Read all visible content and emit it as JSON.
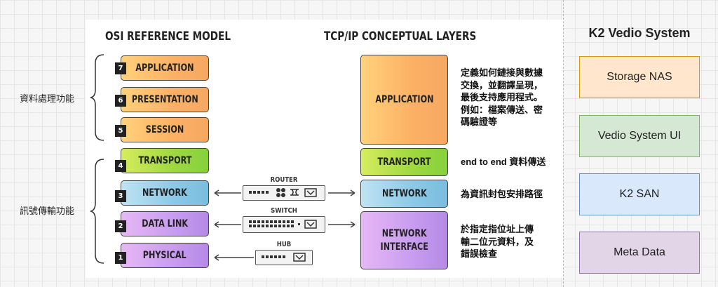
{
  "osi": {
    "heading": "OSI REFERENCE MODEL",
    "layers": [
      {
        "num": "7",
        "label": "APPLICATION"
      },
      {
        "num": "6",
        "label": "PRESENTATION"
      },
      {
        "num": "5",
        "label": "SESSION"
      },
      {
        "num": "4",
        "label": "TRANSPORT"
      },
      {
        "num": "3",
        "label": "NETWORK"
      },
      {
        "num": "2",
        "label": "DATA LINK"
      },
      {
        "num": "1",
        "label": "PHYSICAL"
      }
    ],
    "group_labels": {
      "upper": "資料處理功能",
      "lower": "訊號傳輸功能"
    }
  },
  "tcpip": {
    "heading": "TCP/IP CONCEPTUAL LAYERS",
    "layers": [
      {
        "label": "APPLICATION",
        "description": "定義如何鏈接與數據\n交換，並翻譯呈現，\n最後支持應用程式。\n例如：檔案傳送、密\n碼驗證等"
      },
      {
        "label": "TRANSPORT",
        "description": "end to end 資料傳送"
      },
      {
        "label": "NETWORK",
        "description": "為資訊封包安排路徑"
      },
      {
        "label": "NETWORK\nINTERFACE",
        "description": "於指定指位址上傳\n輸二位元資料，及\n錯誤檢查"
      }
    ]
  },
  "devices": [
    {
      "label": "ROUTER"
    },
    {
      "label": "SWITCH"
    },
    {
      "label": "HUB"
    }
  ],
  "k2": {
    "title": "K2 Vedio System",
    "boxes": [
      {
        "label": "Storage NAS",
        "fill": "#ffe6cc",
        "stroke": "#d79b00"
      },
      {
        "label": "Vedio System UI",
        "fill": "#d5e8d4",
        "stroke": "#82b366"
      },
      {
        "label": "K2 SAN",
        "fill": "#dae8fc",
        "stroke": "#6c8ebf"
      },
      {
        "label": "Meta Data",
        "fill": "#e1d5e7",
        "stroke": "#9673a6"
      }
    ]
  }
}
